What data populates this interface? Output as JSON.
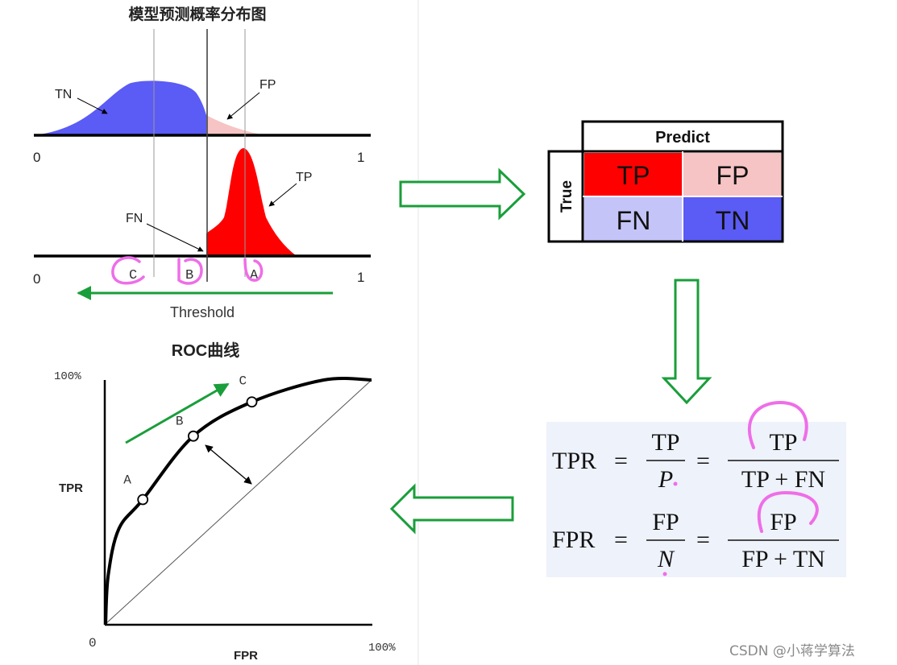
{
  "distribution": {
    "title": "模型预测概率分布图",
    "label_tn": "TN",
    "label_fp": "FP",
    "label_tp": "TP",
    "label_fn": "FN",
    "axis_start_top": "0",
    "axis_end_top": "1",
    "axis_start_bottom": "0",
    "axis_end_bottom": "1",
    "marker_c": "C",
    "marker_b": "B",
    "marker_a": "A",
    "threshold_label": "Threshold"
  },
  "confusion": {
    "predict_header": "Predict",
    "true_header": "True",
    "tp": "TP",
    "fp": "FP",
    "fn": "FN",
    "tn": "TN"
  },
  "formulas": {
    "tpr_lhs": "TPR",
    "tpr_num": "TP",
    "tpr_den": "P",
    "tpr_num2": "TP",
    "tpr_den2": "TP + FN",
    "fpr_lhs": "FPR",
    "fpr_num": "FP",
    "fpr_den": "N",
    "fpr_num2": "FP",
    "fpr_den2": "FP + TN",
    "eq": "="
  },
  "roc": {
    "title": "ROC曲线",
    "y_top": "100%",
    "x_right": "100%",
    "origin": "0",
    "ylabel": "TPR",
    "xlabel": "FPR",
    "point_a": "A",
    "point_b": "B",
    "point_c": "C"
  },
  "watermark": "CSDN @小蒋学算法",
  "colors": {
    "tn_blue": "#5b5bf5",
    "fp_pink": "#f6c4c4",
    "tp_red": "#ff0000",
    "fn_lavender": "#c4c4f8",
    "arrow_green": "#1a9e3a",
    "highlight_magenta": "#ee6ee8",
    "formula_bg": "#eef2fa"
  },
  "chart_data": {
    "type": "line",
    "title": "ROC曲线",
    "xlabel": "FPR",
    "ylabel": "TPR",
    "xlim": [
      0,
      1
    ],
    "ylim": [
      0,
      1
    ],
    "series": [
      {
        "x": [
          0,
          0.01,
          0.05,
          0.14,
          0.33,
          0.55,
          0.82,
          1.0
        ],
        "y": [
          0,
          0.2,
          0.39,
          0.51,
          0.77,
          0.91,
          1.0,
          1.0
        ]
      }
    ],
    "points": [
      {
        "label": "A",
        "x": 0.14,
        "y": 0.51
      },
      {
        "label": "B",
        "x": 0.33,
        "y": 0.77
      },
      {
        "label": "C",
        "x": 0.55,
        "y": 0.91
      }
    ],
    "diagonal": true
  }
}
